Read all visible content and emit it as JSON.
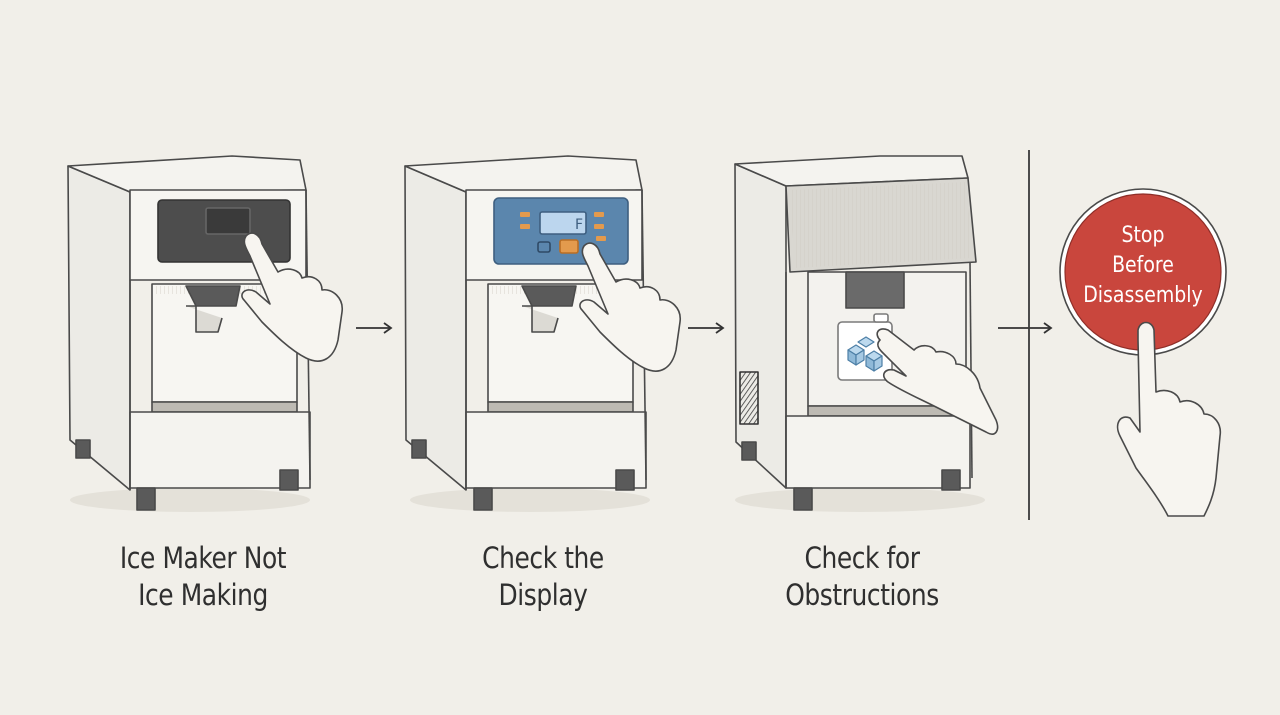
{
  "steps": [
    {
      "caption_lines": [
        "Ice Maker Not",
        "Ice Making"
      ]
    },
    {
      "caption_lines": [
        "Check the",
        "Display"
      ]
    },
    {
      "caption_lines": [
        "Check for",
        "Obstructions"
      ]
    }
  ],
  "stop_badge": {
    "lines": [
      "Stop",
      "Before",
      "Disassembly"
    ],
    "color": "#c9463d"
  },
  "display_readout": "F",
  "colors": {
    "background": "#f1efe9",
    "line": "#4a4a4a",
    "panel_blue": "#5b86ad",
    "indicator_orange": "#e39a4d",
    "ice_blue": "#8fb9d8"
  }
}
